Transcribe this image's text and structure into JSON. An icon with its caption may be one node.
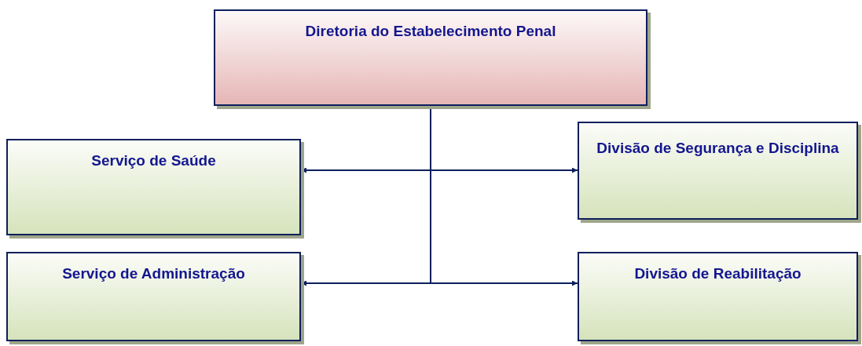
{
  "diagram": {
    "nodes": [
      {
        "text": [
          "Diretoria do Estabelecimento Penal"
        ]
      },
      {
        "text": [
          "Serviço de Saúde"
        ]
      },
      {
        "text": [
          "Divisão de Segurança e Disciplina"
        ]
      },
      {
        "text": [
          "Serviço de Administração"
        ]
      },
      {
        "text": [
          "Divisão de Reabilitação"
        ]
      }
    ],
    "edges": [
      {
        "from": 0,
        "to": 1,
        "arrow": "to"
      },
      {
        "from": 0,
        "to": 2,
        "arrow": "to"
      },
      {
        "from": 0,
        "to": 3,
        "arrow": "to"
      },
      {
        "from": 0,
        "to": 4,
        "arrow": "to"
      }
    ]
  }
}
